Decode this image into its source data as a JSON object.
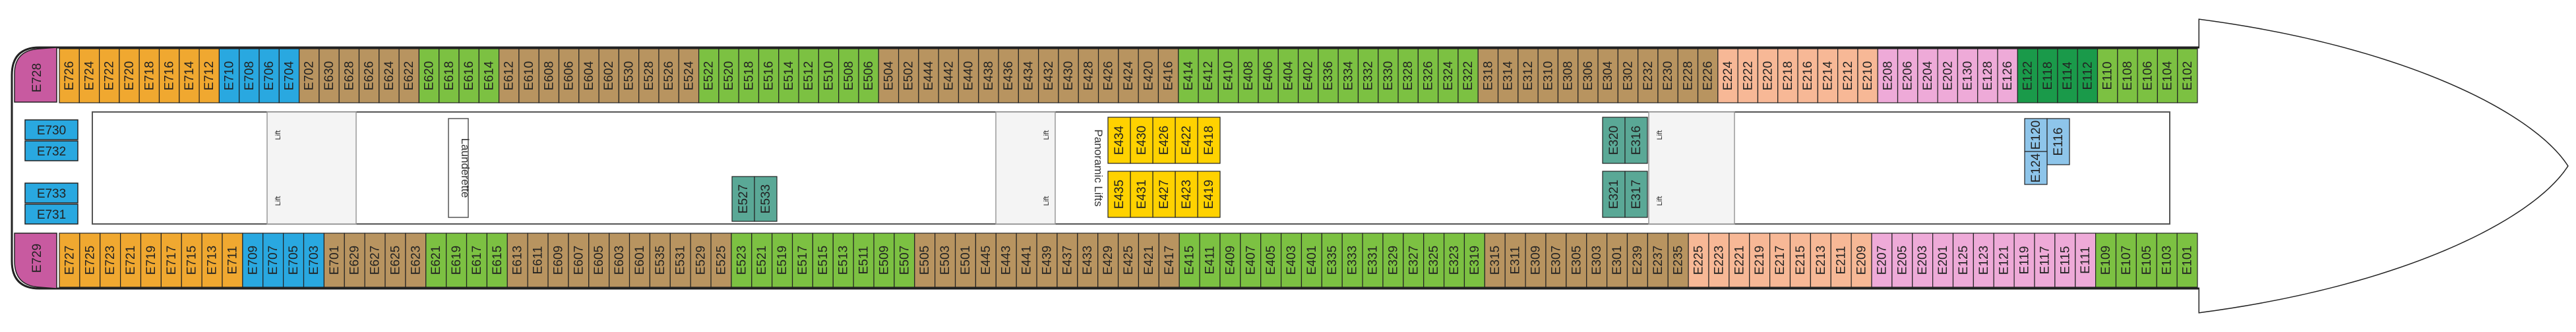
{
  "deck": {
    "colors": {
      "hull_outline": "#222222",
      "interior": "#ffffff",
      "corridor_line": "#555555",
      "stair": "#999999"
    },
    "category_colors": {
      "magenta": "#c85aa0",
      "orange": "#f0a830",
      "blue": "#29a8e0",
      "tan": "#b89460",
      "green": "#7cc142",
      "salmon": "#f7b896",
      "pink": "#eeaad8",
      "darkgreen": "#1a9a4a",
      "teal": "#5aa896",
      "yellow": "#ffd200",
      "lightblue": "#8ec5ea"
    },
    "top_cabins": [
      {
        "label": "E726",
        "color": "orange"
      },
      {
        "label": "E724",
        "color": "orange"
      },
      {
        "label": "E722",
        "color": "orange"
      },
      {
        "label": "E720",
        "color": "orange"
      },
      {
        "label": "E718",
        "color": "orange"
      },
      {
        "label": "E716",
        "color": "orange"
      },
      {
        "label": "E714",
        "color": "orange"
      },
      {
        "label": "E712",
        "color": "orange"
      },
      {
        "label": "E710",
        "color": "blue"
      },
      {
        "label": "E708",
        "color": "blue"
      },
      {
        "label": "E706",
        "color": "blue"
      },
      {
        "label": "E704",
        "color": "blue"
      },
      {
        "label": "E702",
        "color": "tan"
      },
      {
        "label": "E630",
        "color": "tan"
      },
      {
        "label": "E628",
        "color": "tan"
      },
      {
        "label": "E626",
        "color": "tan"
      },
      {
        "label": "E624",
        "color": "tan"
      },
      {
        "label": "E622",
        "color": "tan"
      },
      {
        "label": "E620",
        "color": "green"
      },
      {
        "label": "E618",
        "color": "green"
      },
      {
        "label": "E616",
        "color": "green"
      },
      {
        "label": "E614",
        "color": "green"
      },
      {
        "label": "E612",
        "color": "tan"
      },
      {
        "label": "E610",
        "color": "tan"
      },
      {
        "label": "E608",
        "color": "tan"
      },
      {
        "label": "E606",
        "color": "tan"
      },
      {
        "label": "E604",
        "color": "tan"
      },
      {
        "label": "E602",
        "color": "tan"
      },
      {
        "label": "E530",
        "color": "tan"
      },
      {
        "label": "E528",
        "color": "tan"
      },
      {
        "label": "E526",
        "color": "tan"
      },
      {
        "label": "E524",
        "color": "tan"
      },
      {
        "label": "E522",
        "color": "green"
      },
      {
        "label": "E520",
        "color": "green"
      },
      {
        "label": "E518",
        "color": "green"
      },
      {
        "label": "E516",
        "color": "green"
      },
      {
        "label": "E514",
        "color": "green"
      },
      {
        "label": "E512",
        "color": "green"
      },
      {
        "label": "E510",
        "color": "green"
      },
      {
        "label": "E508",
        "color": "green"
      },
      {
        "label": "E506",
        "color": "green"
      },
      {
        "label": "E504",
        "color": "tan"
      },
      {
        "label": "E502",
        "color": "tan"
      },
      {
        "label": "E444",
        "color": "tan"
      },
      {
        "label": "E442",
        "color": "tan"
      },
      {
        "label": "E440",
        "color": "tan"
      },
      {
        "label": "E438",
        "color": "tan"
      },
      {
        "label": "E436",
        "color": "tan"
      },
      {
        "label": "E434",
        "color": "tan"
      },
      {
        "label": "E432",
        "color": "tan"
      },
      {
        "label": "E430",
        "color": "tan"
      },
      {
        "label": "E428",
        "color": "tan"
      },
      {
        "label": "E426",
        "color": "tan"
      },
      {
        "label": "E424",
        "color": "tan"
      },
      {
        "label": "E420",
        "color": "tan"
      },
      {
        "label": "E416",
        "color": "tan"
      },
      {
        "label": "E414",
        "color": "green"
      },
      {
        "label": "E412",
        "color": "green"
      },
      {
        "label": "E410",
        "color": "green"
      },
      {
        "label": "E408",
        "color": "green"
      },
      {
        "label": "E406",
        "color": "green"
      },
      {
        "label": "E404",
        "color": "green"
      },
      {
        "label": "E402",
        "color": "green"
      },
      {
        "label": "E336",
        "color": "green"
      },
      {
        "label": "E334",
        "color": "green"
      },
      {
        "label": "E332",
        "color": "green"
      },
      {
        "label": "E330",
        "color": "green"
      },
      {
        "label": "E328",
        "color": "green"
      },
      {
        "label": "E326",
        "color": "green"
      },
      {
        "label": "E324",
        "color": "green"
      },
      {
        "label": "E322",
        "color": "green"
      },
      {
        "label": "E318",
        "color": "tan"
      },
      {
        "label": "E314",
        "color": "tan"
      },
      {
        "label": "E312",
        "color": "tan"
      },
      {
        "label": "E310",
        "color": "tan"
      },
      {
        "label": "E308",
        "color": "tan"
      },
      {
        "label": "E306",
        "color": "tan"
      },
      {
        "label": "E304",
        "color": "tan"
      },
      {
        "label": "E302",
        "color": "tan"
      },
      {
        "label": "E232",
        "color": "tan"
      },
      {
        "label": "E230",
        "color": "tan"
      },
      {
        "label": "E228",
        "color": "tan"
      },
      {
        "label": "E226",
        "color": "tan"
      },
      {
        "label": "E224",
        "color": "salmon"
      },
      {
        "label": "E222",
        "color": "salmon"
      },
      {
        "label": "E220",
        "color": "salmon"
      },
      {
        "label": "E218",
        "color": "salmon"
      },
      {
        "label": "E216",
        "color": "salmon"
      },
      {
        "label": "E214",
        "color": "salmon"
      },
      {
        "label": "E212",
        "color": "salmon"
      },
      {
        "label": "E210",
        "color": "salmon"
      },
      {
        "label": "E208",
        "color": "pink"
      },
      {
        "label": "E206",
        "color": "pink"
      },
      {
        "label": "E204",
        "color": "pink"
      },
      {
        "label": "E202",
        "color": "pink"
      },
      {
        "label": "E130",
        "color": "pink"
      },
      {
        "label": "E128",
        "color": "pink"
      },
      {
        "label": "E126",
        "color": "pink"
      },
      {
        "label": "E122",
        "color": "darkgreen"
      },
      {
        "label": "E118",
        "color": "darkgreen"
      },
      {
        "label": "E114",
        "color": "darkgreen"
      },
      {
        "label": "E112",
        "color": "darkgreen"
      },
      {
        "label": "E110",
        "color": "green"
      },
      {
        "label": "E108",
        "color": "green"
      },
      {
        "label": "E106",
        "color": "green"
      },
      {
        "label": "E104",
        "color": "green"
      },
      {
        "label": "E102",
        "color": "green"
      }
    ],
    "bottom_cabins": [
      {
        "label": "E727",
        "color": "orange"
      },
      {
        "label": "E725",
        "color": "orange"
      },
      {
        "label": "E723",
        "color": "orange"
      },
      {
        "label": "E721",
        "color": "orange"
      },
      {
        "label": "E719",
        "color": "orange"
      },
      {
        "label": "E717",
        "color": "orange"
      },
      {
        "label": "E715",
        "color": "orange"
      },
      {
        "label": "E713",
        "color": "orange"
      },
      {
        "label": "E711",
        "color": "orange"
      },
      {
        "label": "E709",
        "color": "blue"
      },
      {
        "label": "E707",
        "color": "blue"
      },
      {
        "label": "E705",
        "color": "blue"
      },
      {
        "label": "E703",
        "color": "blue"
      },
      {
        "label": "E701",
        "color": "tan"
      },
      {
        "label": "E629",
        "color": "tan"
      },
      {
        "label": "E627",
        "color": "tan"
      },
      {
        "label": "E625",
        "color": "tan"
      },
      {
        "label": "E623",
        "color": "tan"
      },
      {
        "label": "E621",
        "color": "green"
      },
      {
        "label": "E619",
        "color": "green"
      },
      {
        "label": "E617",
        "color": "green"
      },
      {
        "label": "E615",
        "color": "green"
      },
      {
        "label": "E613",
        "color": "tan"
      },
      {
        "label": "E611",
        "color": "tan"
      },
      {
        "label": "E609",
        "color": "tan"
      },
      {
        "label": "E607",
        "color": "tan"
      },
      {
        "label": "E605",
        "color": "tan"
      },
      {
        "label": "E603",
        "color": "tan"
      },
      {
        "label": "E601",
        "color": "tan"
      },
      {
        "label": "E535",
        "color": "tan"
      },
      {
        "label": "E531",
        "color": "tan"
      },
      {
        "label": "E529",
        "color": "tan"
      },
      {
        "label": "E525",
        "color": "tan"
      },
      {
        "label": "E523",
        "color": "green"
      },
      {
        "label": "E521",
        "color": "green"
      },
      {
        "label": "E519",
        "color": "green"
      },
      {
        "label": "E517",
        "color": "green"
      },
      {
        "label": "E515",
        "color": "green"
      },
      {
        "label": "E513",
        "color": "green"
      },
      {
        "label": "E511",
        "color": "green"
      },
      {
        "label": "E509",
        "color": "green"
      },
      {
        "label": "E507",
        "color": "green"
      },
      {
        "label": "E505",
        "color": "tan"
      },
      {
        "label": "E503",
        "color": "tan"
      },
      {
        "label": "E501",
        "color": "tan"
      },
      {
        "label": "E445",
        "color": "tan"
      },
      {
        "label": "E443",
        "color": "tan"
      },
      {
        "label": "E441",
        "color": "tan"
      },
      {
        "label": "E439",
        "color": "tan"
      },
      {
        "label": "E437",
        "color": "tan"
      },
      {
        "label": "E433",
        "color": "tan"
      },
      {
        "label": "E429",
        "color": "tan"
      },
      {
        "label": "E425",
        "color": "tan"
      },
      {
        "label": "E421",
        "color": "tan"
      },
      {
        "label": "E417",
        "color": "tan"
      },
      {
        "label": "E415",
        "color": "green"
      },
      {
        "label": "E411",
        "color": "green"
      },
      {
        "label": "E409",
        "color": "green"
      },
      {
        "label": "E407",
        "color": "green"
      },
      {
        "label": "E405",
        "color": "green"
      },
      {
        "label": "E403",
        "color": "green"
      },
      {
        "label": "E401",
        "color": "green"
      },
      {
        "label": "E335",
        "color": "green"
      },
      {
        "label": "E333",
        "color": "green"
      },
      {
        "label": "E331",
        "color": "green"
      },
      {
        "label": "E329",
        "color": "green"
      },
      {
        "label": "E327",
        "color": "green"
      },
      {
        "label": "E325",
        "color": "green"
      },
      {
        "label": "E323",
        "color": "green"
      },
      {
        "label": "E319",
        "color": "green"
      },
      {
        "label": "E315",
        "color": "tan"
      },
      {
        "label": "E311",
        "color": "tan"
      },
      {
        "label": "E309",
        "color": "tan"
      },
      {
        "label": "E307",
        "color": "tan"
      },
      {
        "label": "E305",
        "color": "tan"
      },
      {
        "label": "E303",
        "color": "tan"
      },
      {
        "label": "E301",
        "color": "tan"
      },
      {
        "label": "E239",
        "color": "tan"
      },
      {
        "label": "E237",
        "color": "tan"
      },
      {
        "label": "E235",
        "color": "tan"
      },
      {
        "label": "E225",
        "color": "salmon"
      },
      {
        "label": "E223",
        "color": "salmon"
      },
      {
        "label": "E221",
        "color": "salmon"
      },
      {
        "label": "E219",
        "color": "salmon"
      },
      {
        "label": "E217",
        "color": "salmon"
      },
      {
        "label": "E215",
        "color": "salmon"
      },
      {
        "label": "E213",
        "color": "salmon"
      },
      {
        "label": "E211",
        "color": "salmon"
      },
      {
        "label": "E209",
        "color": "salmon"
      },
      {
        "label": "E207",
        "color": "pink"
      },
      {
        "label": "E205",
        "color": "pink"
      },
      {
        "label": "E203",
        "color": "pink"
      },
      {
        "label": "E201",
        "color": "pink"
      },
      {
        "label": "E125",
        "color": "pink"
      },
      {
        "label": "E123",
        "color": "pink"
      },
      {
        "label": "E121",
        "color": "pink"
      },
      {
        "label": "E119",
        "color": "pink"
      },
      {
        "label": "E117",
        "color": "pink"
      },
      {
        "label": "E115",
        "color": "pink"
      },
      {
        "label": "E111",
        "color": "pink"
      },
      {
        "label": "E109",
        "color": "green"
      },
      {
        "label": "E107",
        "color": "green"
      },
      {
        "label": "E105",
        "color": "green"
      },
      {
        "label": "E103",
        "color": "green"
      },
      {
        "label": "E101",
        "color": "green"
      }
    ],
    "stern": {
      "top_label": "E728",
      "bottom_label": "E729",
      "side_cabins": [
        "E730",
        "E732",
        "E733",
        "E731"
      ]
    },
    "inner_cabins": {
      "mid": [
        "E527",
        "E533"
      ],
      "lifts_top": [
        "E418",
        "E422",
        "E426",
        "E430",
        "E434"
      ],
      "lifts_bottom": [
        "E419",
        "E423",
        "E427",
        "E431",
        "E435"
      ],
      "teal_upper": [
        "E316",
        "E320"
      ],
      "teal_lower": [
        "E317",
        "E321"
      ],
      "forward_top": [
        "E116",
        "E120"
      ],
      "forward_bottom": [
        "E124"
      ]
    },
    "areas": {
      "laundrette": "Launderette",
      "panoramic_lifts": "Panoramic Lifts",
      "lift": "Lift"
    }
  }
}
